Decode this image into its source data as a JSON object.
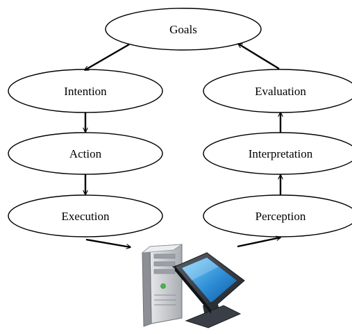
{
  "diagram": {
    "nodes": {
      "goals": "Goals",
      "intention": "Intention",
      "action": "Action",
      "execution": "Execution",
      "evaluation": "Evaluation",
      "interpretation": "Interpretation",
      "perception": "Perception"
    },
    "colors": {
      "stroke": "#000000",
      "fill": "#ffffff",
      "monitor_frame": "#2b2f36",
      "screen": "#2f8fd6",
      "tower": "#c9ccd0"
    },
    "computer_icon": "desktop-computer-icon"
  }
}
